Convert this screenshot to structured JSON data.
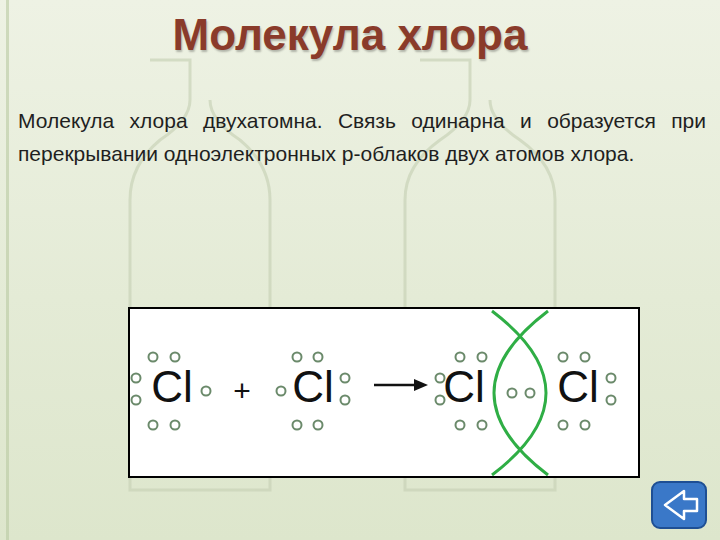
{
  "diagram": {
    "title": "Молекула хлора",
    "nodes": [
      {
        "text": [
          "Cl",
          "+",
          "Cl",
          "Cl",
          "Cl"
        ]
      }
    ],
    "labels": [
      "Молекула хлора двухатомна. Связь одинарна и образуется при перекрывании одноэлектронных p-облаков двух атомов хлора."
    ]
  }
}
